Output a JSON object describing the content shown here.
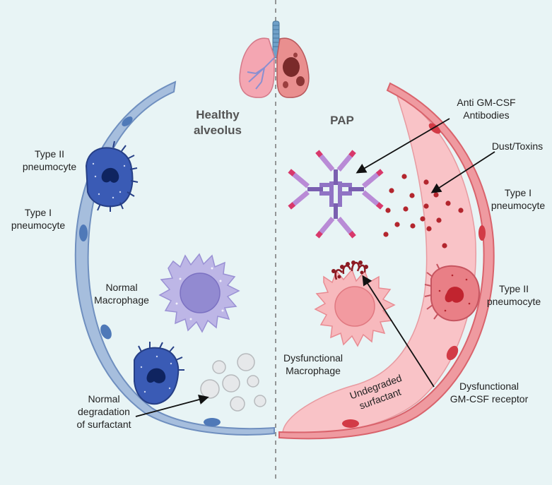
{
  "labels": {
    "healthy_line1": "Healthy",
    "healthy_line2": "alveolus",
    "pap": "PAP",
    "type2_left_line1": "Type II",
    "type2_left_line2": "pneumocyte",
    "type1_left_line1": "Type I",
    "type1_left_line2": "pneumocyte",
    "normal_macrophage_line1": "Normal",
    "normal_macrophage_line2": "Macrophage",
    "normal_degradation_line1": "Normal",
    "normal_degradation_line2": "degradation",
    "normal_degradation_line3": "of surfactant",
    "anti_gmcsf_line1": "Anti GM-CSF",
    "anti_gmcsf_line2": "Antibodies",
    "dust_toxins": "Dust/Toxins",
    "type1_right_line1": "Type I",
    "type1_right_line2": "pneumocyte",
    "type2_right_line1": "Type II",
    "type2_right_line2": "pneumocyte",
    "dysfunctional_macrophage_line1": "Dysfunctional",
    "dysfunctional_macrophage_line2": "Macrophage",
    "undegraded_line1": "Undegraded",
    "undegraded_line2": "surfactant",
    "dysfunctional_receptor_line1": "Dysfunctional",
    "dysfunctional_receptor_line2": "GM-CSF receptor"
  },
  "colors": {
    "background": "#e8f4f5",
    "healthy_wall": "#9fb8d8",
    "healthy_wall_stroke": "#6f8fbf",
    "pap_wall": "#ef9aa0",
    "pap_wall_stroke": "#d9636c",
    "surfactant_fill": "#f9c3c7",
    "type2_healthy": "#3556b0",
    "normal_macrophage": "#bdb6e6",
    "dysfunctional_macrophage": "#f7b9bd",
    "dust": "#b3262e",
    "text": "#222222",
    "title_text": "#555555",
    "divider": "#777777"
  },
  "icons": [
    "lungs-icon",
    "antibody-icon",
    "macrophage-icon",
    "pneumocyte-icon",
    "surfactant-vesicle-icon",
    "dust-particle-icon"
  ]
}
